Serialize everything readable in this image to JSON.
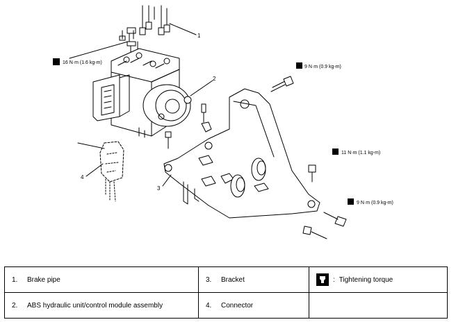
{
  "callouts": {
    "c1": "1",
    "c2": "2",
    "c3": "3",
    "c4": "4"
  },
  "torques": {
    "brake_pipe": "16 N·m (1.6 kg-m)",
    "top_bolt": "9 N·m (0.9 kg-m)",
    "right_bolt": "11 N·m (1.1 kg-m)",
    "lower_bolt": "9 N·m (0.9 kg-m)"
  },
  "legend": {
    "rows": [
      {
        "n1": "1.",
        "t1": "Brake pipe",
        "n2": "3.",
        "t2": "Bracket",
        "t3": "Tightening torque"
      },
      {
        "n1": "2.",
        "t1": "ABS hydraulic unit/control module assembly",
        "n2": "4.",
        "t2": "Connector",
        "t3": ""
      }
    ],
    "torque_symbol_suffix": ":"
  }
}
